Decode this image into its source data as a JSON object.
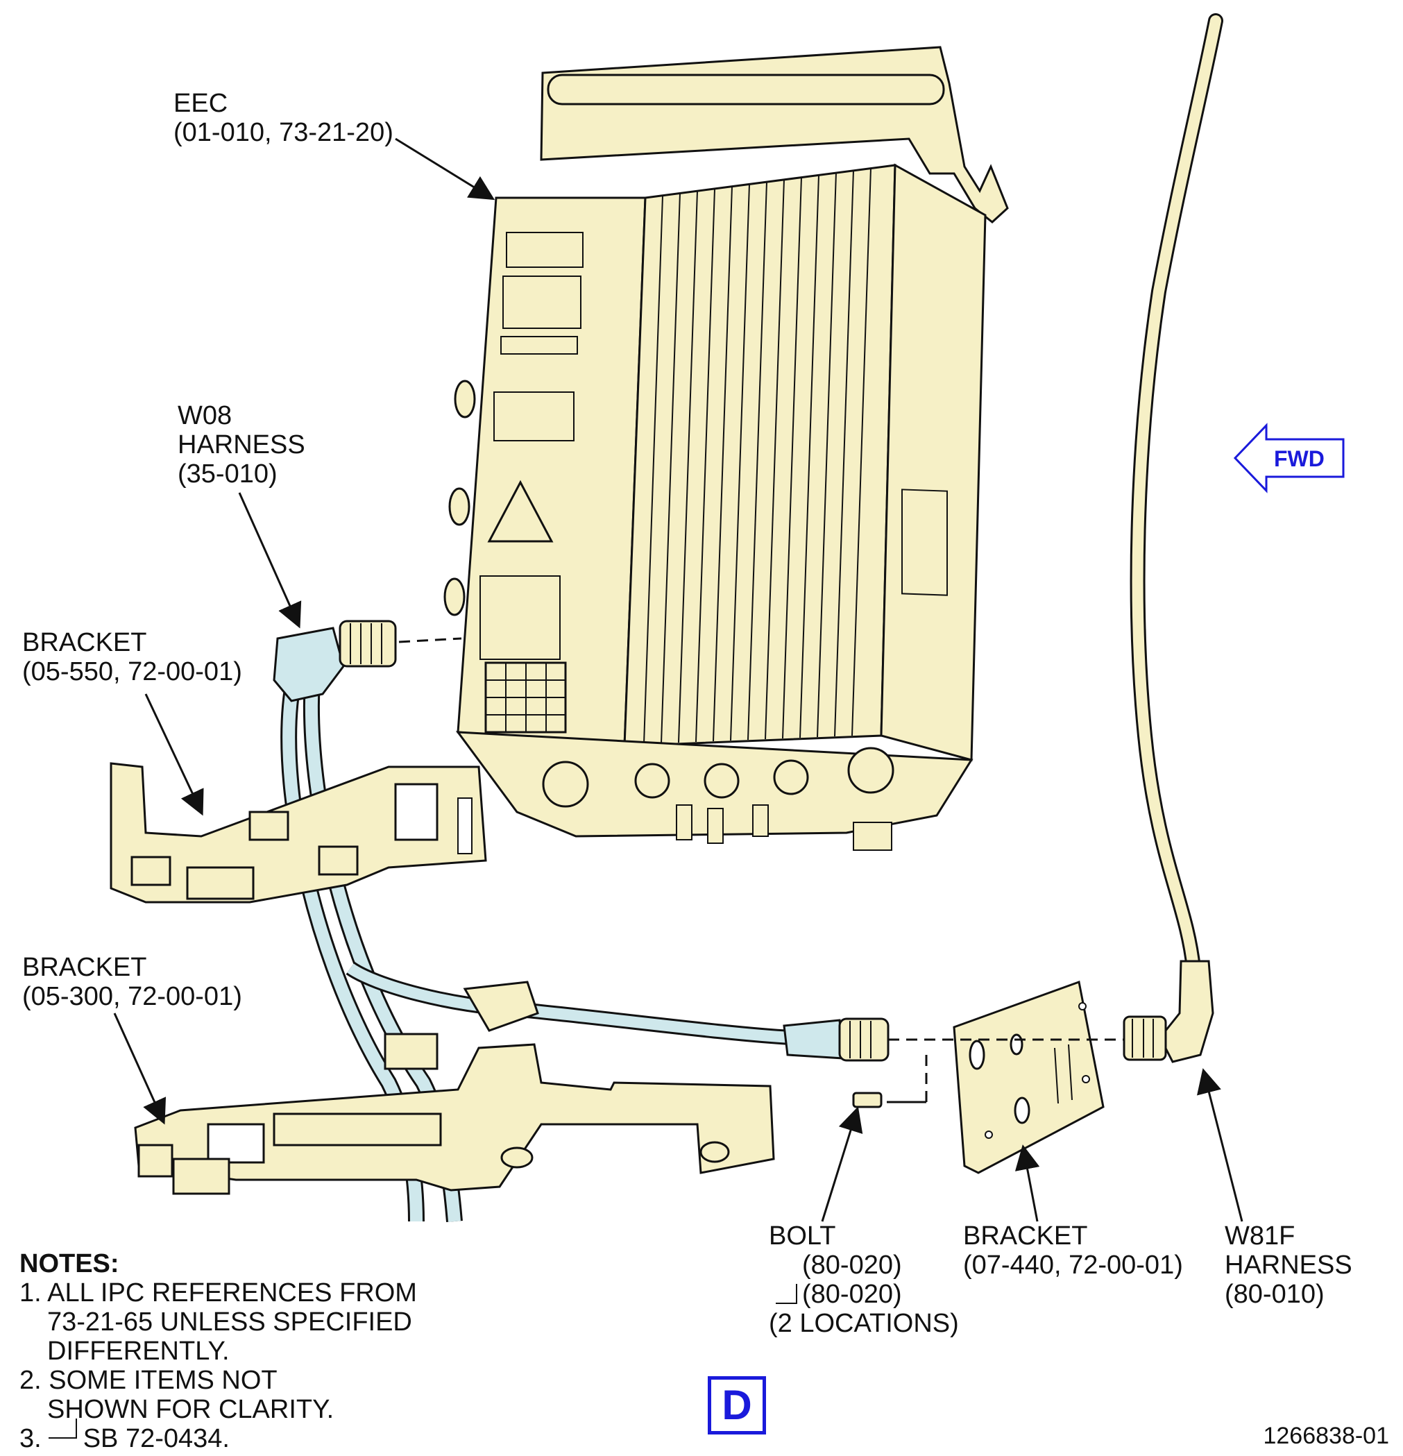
{
  "callouts": {
    "eec": {
      "name": "EEC",
      "ref": "(01-010, 73-21-20)"
    },
    "w08": {
      "line1": "W08",
      "line2": "HARNESS",
      "ref": "(35-010)"
    },
    "bracket1": {
      "name": "BRACKET",
      "ref": "(05-550, 72-00-01)"
    },
    "bracket2": {
      "name": "BRACKET",
      "ref": "(05-300, 72-00-01)"
    },
    "bolt": {
      "name": "BOLT",
      "ref": "(80-020)",
      "ref_sb": "(80-020)",
      "qty": "(2 LOCATIONS)"
    },
    "bracket3": {
      "name": "BRACKET",
      "ref": "(07-440, 72-00-01)"
    },
    "w81f": {
      "line1": "W81F",
      "line2": "HARNESS",
      "ref": "(80-010)"
    }
  },
  "fwd_label": "FWD",
  "view_letter": "D",
  "figure_id": "1266838-01",
  "notes": {
    "title": "NOTES:",
    "items": [
      {
        "l1": "1. ALL IPC REFERENCES FROM",
        "l2": "73-21-65 UNLESS SPECIFIED",
        "l3": "DIFFERENTLY."
      },
      {
        "l1": "2. SOME ITEMS NOT",
        "l2": "SHOWN FOR CLARITY."
      },
      {
        "l1": "3.",
        "l2": "SB 72-0434."
      }
    ]
  },
  "colors": {
    "component_fill": "#f6f0c6",
    "harness_fill": "#cfe8ec",
    "outline": "#111111",
    "accent_blue": "#1a1adb"
  }
}
